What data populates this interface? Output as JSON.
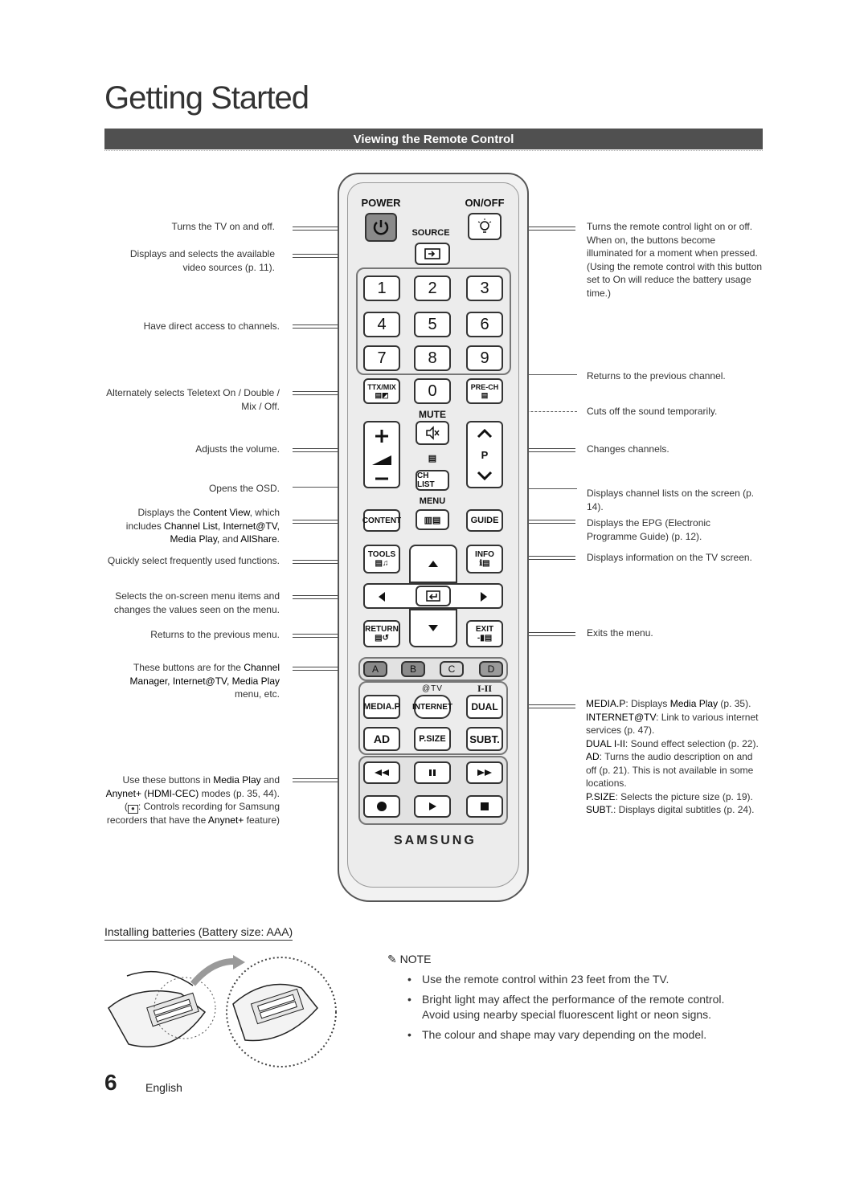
{
  "page": {
    "title": "Getting Started",
    "section_bar": "Viewing the Remote Control",
    "page_number": "6",
    "language": "English"
  },
  "left_labels": {
    "power": "Turns the TV on and off.",
    "source": "Displays and selects the available video sources (p. 11).",
    "channels": "Have direct access to channels.",
    "teletext": "Alternately selects Teletext On / Double / Mix / Off.",
    "volume": "Adjusts the volume.",
    "osd": "Opens the OSD.",
    "content_a": "Displays the ",
    "content_b": "Content View",
    "content_c": ", which includes ",
    "content_d": "Channel List, Internet@TV, Media Play,",
    "content_e": " and ",
    "content_f": "AllShare",
    "content_g": ".",
    "tools": "Quickly select frequently used functions.",
    "nav": "Selects the on-screen menu items and changes the values seen on the menu.",
    "return": "Returns to the previous menu.",
    "color_a": "These buttons are for the",
    "color_b": "Channel Manager, Internet@TV, Media Play",
    "color_c": "  menu, etc.",
    "media_a": "Use these buttons in ",
    "media_b": "Media Play",
    "media_c": " and ",
    "media_d": "Anynet+ (HDMI-CEC)",
    "media_e": "  modes",
    "media_f": "(p. 35, 44).",
    "media_g": ": Controls recording for Samsung recorders that have the ",
    "media_h": "Anynet+",
    "media_i": " feature)"
  },
  "right_labels": {
    "light": "Turns the remote control light on or off. When on, the buttons become illuminated for a moment when pressed. (Using the remote control with this button set to On will reduce the battery usage time.)",
    "prech": "Returns to the previous channel.",
    "mute": "Cuts off the sound temporarily.",
    "channel": "Changes channels.",
    "chlist": "Displays channel lists on the screen (p. 14).",
    "guide": "Displays the EPG (Electronic Programme Guide) (p. 12).",
    "info": "Displays information on the TV screen.",
    "exit": "Exits the menu.",
    "mediap_a": "MEDIA.P",
    "mediap_b": ": Displays ",
    "mediap_c": "Media Play",
    "mediap_d": " (p. 35).",
    "internet_a": "INTERNET@TV",
    "internet_b": ": Link to various internet services (p. 47).",
    "dual_a": "DUAL I-II",
    "dual_b": ": Sound effect selection (p. 22).",
    "ad_a": "AD",
    "ad_b": ": Turns the audio description on and off (p. 21). This is not available in some locations.",
    "psize_a": "P.SIZE",
    "psize_b": ": Selects the picture size (p. 19).",
    "subt_a": "SUBT.",
    "subt_b": ": Displays digital subtitles (p. 24)."
  },
  "remote": {
    "power": "POWER",
    "onoff": "ON/OFF",
    "source": "SOURCE",
    "digits": [
      "1",
      "2",
      "3",
      "4",
      "5",
      "6",
      "7",
      "8",
      "9"
    ],
    "zero": "0",
    "ttx": "TTX/MIX",
    "prech": "PRE-CH",
    "mute": "MUTE",
    "p": "P",
    "chlist": "CH LIST",
    "menu": "MENU",
    "content": "CONTENT",
    "guide": "GUIDE",
    "tools": "TOOLS",
    "info": "INFO",
    "return": "RETURN",
    "exit": "EXIT",
    "colors": [
      "A",
      "B",
      "C",
      "D"
    ],
    "color_hex": [
      "#8a8a8a",
      "#8a8a8a",
      "#d6d6d6",
      "#9a9a9a"
    ],
    "attv": "@TV",
    "dual_top": "I-II",
    "mediap": "MEDIA.P",
    "internet": "INTERNET",
    "dual": "DUAL",
    "ad": "AD",
    "psize": "P.SIZE",
    "subt": "SUBT.",
    "brand": "SAMSUNG",
    "icons": [
      "power-icon",
      "bulb-icon",
      "source-icon",
      "mute-icon",
      "plus-icon",
      "minus-icon",
      "up-arrow-icon",
      "down-arrow-icon",
      "left-arrow-icon",
      "right-arrow-icon",
      "enter-icon",
      "rewind-icon",
      "pause-icon",
      "fast-forward-icon",
      "record-icon",
      "play-icon",
      "stop-icon"
    ]
  },
  "batteries": {
    "title": "Installing batteries (Battery size: AAA)"
  },
  "note": {
    "heading": "NOTE",
    "items": [
      "Use the remote control within 23 feet from the TV.",
      "Bright light may affect the performance of the remote control. Avoid using nearby special fluorescent light or neon signs.",
      "The colour and shape may vary depending on the model."
    ]
  }
}
